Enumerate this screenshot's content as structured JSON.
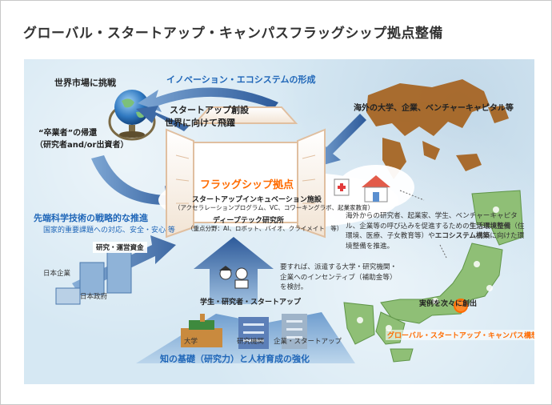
{
  "title": "グローバル・スタートアップ・キャンパスフラッグシップ拠点整備",
  "labels": {
    "world_market": "世界市場に挑戦",
    "innovation": "イノベーション・エコシステムの形成",
    "startup_launch_1": "スタートアップ創設",
    "startup_launch_2": "世界に向けて飛躍",
    "overseas": "海外の大学、企業、ベンチャーキャピタル等",
    "graduates_1": "“卒業者”の帰還",
    "graduates_2": "（研究者and/or出資者）",
    "flagship": "フラッグシップ拠点",
    "incubation": "スタートアップインキュベーション施設",
    "incubation_sub": "（アクセラレーションプログラム、VC、コワーキングラボ、起業家教育）",
    "deeptech": "ディープテック研究所",
    "deeptech_sub": "（重点分野：AI、ロボット、バイオ、クライメイト　等）",
    "strategy": "先端科学技術の戦略的な推進",
    "strategy_sub": "国家的重要課題への対応、安全・安心 等",
    "research_funds": "研究・運営資金",
    "jp_companies": "日本企業",
    "jp_government": "日本政府",
    "env_text_1": "海外からの研究者、起業家、学生、ベンチャーキャピタル、企業等の呼び込みを促進するための",
    "env_text_bold_1": "生活環境整備",
    "env_text_2": "（住環境、医療、子女教育等）や",
    "env_text_bold_2": "エコシステム構築",
    "env_text_3": "に向けた環境整備を推進。",
    "dispatch_text": "要すれば、派遣する大学・研究機関・企業へのインセンティブ（補助金等）を検討。",
    "people": "学生・研究者・スタートアップ",
    "university": "大学",
    "research_institute": "研究機関",
    "companies_startups": "企業・スタートアップ",
    "knowledge_base": "知の基礎（研究力）と人材育成の強化",
    "examples": "実例を次々に創出",
    "campus_concept": "グローバル・スタートアップ・キャンパス構想"
  },
  "colors": {
    "accent_blue": "#1f66b8",
    "accent_orange": "#ff6b00",
    "japan_green": "#8fbf76",
    "world_brown": "#a5621e",
    "arrow_blue": "#3d6aa6"
  }
}
